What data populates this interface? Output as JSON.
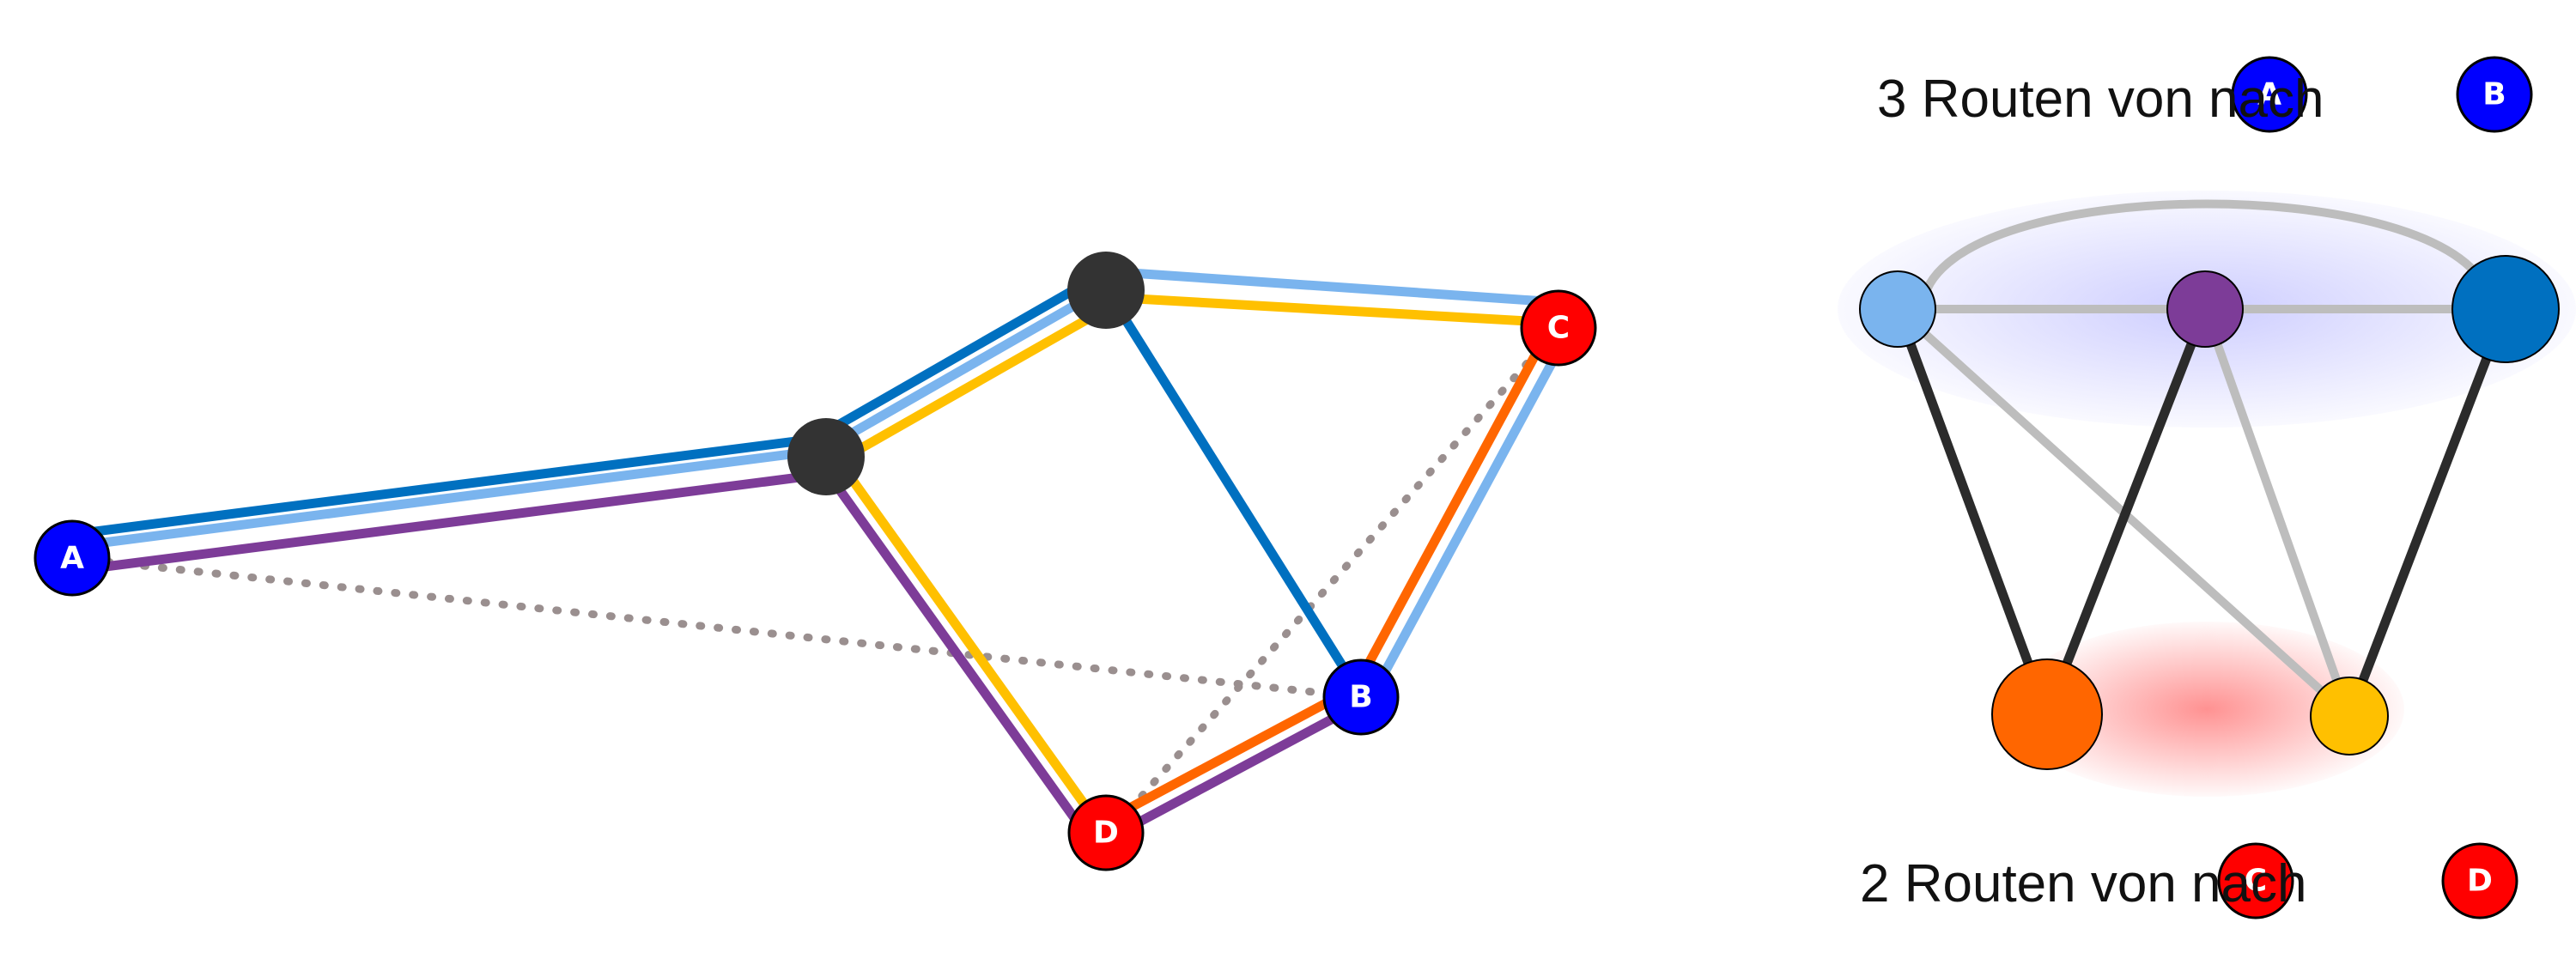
{
  "network": {
    "stations": [
      {
        "id": "A",
        "label": "A",
        "color": "#0000ff"
      },
      {
        "id": "B",
        "label": "B",
        "color": "#0000ff"
      },
      {
        "id": "C",
        "label": "C",
        "color": "#ff0000"
      },
      {
        "id": "D",
        "label": "D",
        "color": "#ff0000"
      }
    ],
    "junction_color": "#333333"
  },
  "conflict_graph": {
    "nodes": [
      {
        "id": "light-blue",
        "color": "#7ab4ee"
      },
      {
        "id": "purple",
        "color": "#7d3c98"
      },
      {
        "id": "dark-blue",
        "color": "#0070c0"
      },
      {
        "id": "orange",
        "color": "#ff6600"
      },
      {
        "id": "yellow",
        "color": "#ffc000"
      }
    ],
    "group_blue_color": "#c8c8ff",
    "group_red_color": "#ff8c8c"
  },
  "legend": {
    "top": {
      "text": "3 Routen von nach",
      "from": "A",
      "to": "B",
      "from_color": "#0000ff",
      "to_color": "#0000ff"
    },
    "bottom": {
      "text": "2 Routen von nach",
      "from": "C",
      "to": "D",
      "from_color": "#ff0000",
      "to_color": "#ff0000"
    }
  }
}
